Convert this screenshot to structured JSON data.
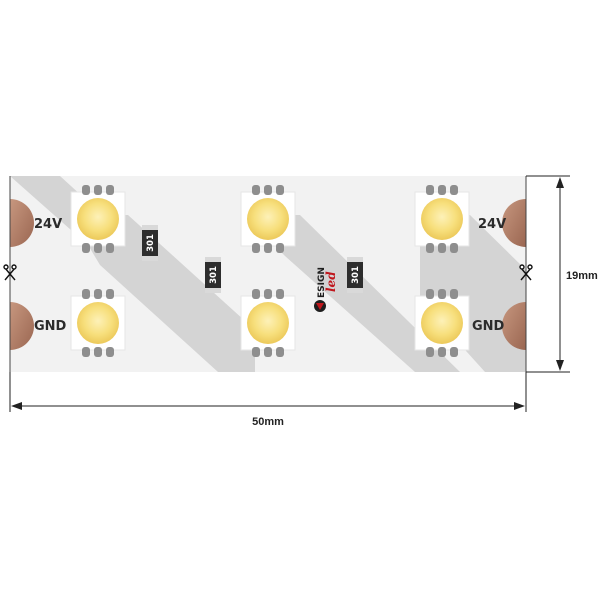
{
  "labels": {
    "voltage_left": "24V",
    "voltage_right": "24V",
    "ground_left": "GND",
    "ground_right": "GND",
    "resistor_1": "301",
    "resistor_2": "301",
    "resistor_3": "301",
    "width_dimension": "50mm",
    "height_dimension": "19mm",
    "logo": "DESIGN led"
  },
  "colors": {
    "strip": "#f2f2f2",
    "shadow": "#d4d4d4",
    "pad": "#b3806a",
    "led_yellow": "#f6e07a",
    "led_frame": "#ffffff",
    "logo_red": "#c0161c",
    "logo_dark": "#1e1e1e"
  },
  "icons": {
    "cut_mark": "scissors-icon"
  }
}
